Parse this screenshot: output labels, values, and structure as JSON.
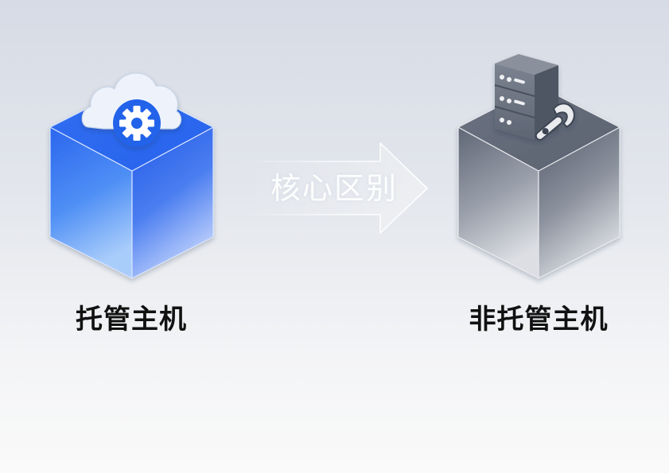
{
  "diagram": {
    "title": "核心区别",
    "left": {
      "label": "托管主机",
      "icon": "cloud-gear-icon",
      "cube_color": "#2b6cf0"
    },
    "right": {
      "label": "非托管主机",
      "icon": "server-wrench-icon",
      "cube_color": "#6f7684"
    },
    "connector": {
      "type": "arrow",
      "direction": "right",
      "text": "核心区别"
    }
  }
}
